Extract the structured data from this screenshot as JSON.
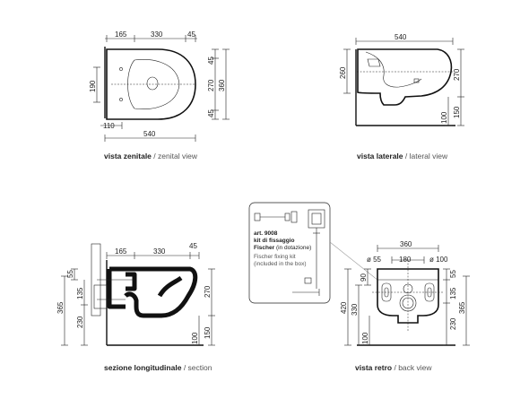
{
  "views": {
    "zenital": {
      "caption_bold": "vista zenitale",
      "caption_light": "/ zenital view",
      "dims": {
        "top_165": "165",
        "top_330": "330",
        "top_45": "45",
        "left_190": "190",
        "right_45a": "45",
        "right_270": "270",
        "right_360": "360",
        "right_45b": "45",
        "bottom_110": "110",
        "bottom_540": "540"
      }
    },
    "lateral": {
      "caption_bold": "vista laterale",
      "caption_light": "/ lateral view",
      "dims": {
        "top_540": "540",
        "left_260": "260",
        "right_270": "270",
        "right_100": "100",
        "right_150": "150"
      }
    },
    "section": {
      "caption_bold": "sezione longitudinale",
      "caption_light": "/ section",
      "dims": {
        "top_165": "165",
        "top_330": "330",
        "top_45": "45",
        "left_55": "55",
        "left_135": "135",
        "left_365": "365",
        "left_230": "230",
        "right_270": "270",
        "right_100": "100",
        "right_150": "150"
      }
    },
    "back": {
      "caption_bold": "vista retro",
      "caption_light": "/ back view",
      "dims": {
        "top_360": "360",
        "dia_55": "ø 55",
        "mid_180": "180",
        "dia_100": "ø 100",
        "left_90": "90",
        "left_420": "420",
        "left_330": "330",
        "left_100": "100",
        "right_55": "55",
        "right_135": "135",
        "right_365": "365",
        "right_230": "230"
      }
    }
  },
  "fixing_kit": {
    "article": "art. 9008",
    "title_line1": "kit di fissaggio",
    "title_line2": "Fischer",
    "title_note": "(in dotazione)",
    "en_line1": "Fischer fixing kit",
    "en_line2": "(included in the box)"
  }
}
